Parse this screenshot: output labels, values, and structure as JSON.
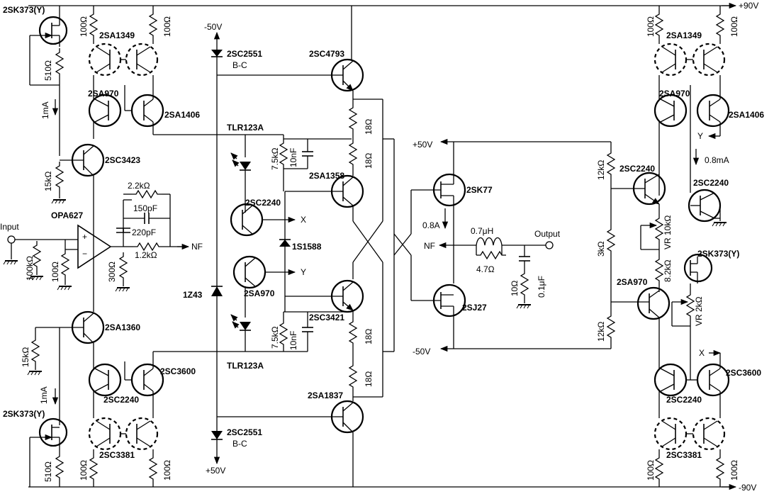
{
  "rails": {
    "pos_main": "+90V",
    "neg_main": "-90V",
    "out_pos": "+50V",
    "out_neg": "-50V",
    "mid_top": "-50V",
    "mid_bottom": "+50V"
  },
  "io": {
    "input": "Input",
    "output": "Output",
    "nf_in": "NF",
    "nf_out": "NF"
  },
  "labels": {
    "q_2sk373_tl": "2SK373(Y)",
    "q_2sa1349_l": "2SA1349",
    "q_2sa970_l": "2SA970",
    "q_2sa1406_l": "2SA1406",
    "q_2sc3423": "2SC3423",
    "opamp": "OPA627",
    "q_2sa1360": "2SA1360",
    "q_2sc3600_l": "2SC3600",
    "q_2sc2240_l": "2SC2240",
    "q_2sk373_bl": "2SK373(Y)",
    "q_2sc3381_l": "2SC3381",
    "d_2sc2551_t": "2SC2551",
    "d_2sc2551_t_bc": "B-C",
    "d_2sc2551_b": "2SC2551",
    "d_2sc2551_b_bc": "B-C",
    "led_top": "TLR123A",
    "led_bot": "TLR123A",
    "q_2sc2240_mid": "2SC2240",
    "q_2sa970_mid": "2SA970",
    "d_1s1588": "1S1588",
    "d_1z43": "1Z43",
    "q_2sc4793": "2SC4793",
    "q_2sa1358": "2SA1358",
    "q_2sc3421": "2SC3421",
    "q_2sa1837": "2SA1837",
    "q_2sk77": "2SK77",
    "q_2sj27": "2SJ27",
    "q_2sa1349_r": "2SA1349",
    "q_2sa970_r": "2SA970",
    "q_2sa1406_r": "2SA1406",
    "q_2sc2240_r1": "2SC2240",
    "q_2sc2240_r2": "2SC2240",
    "q_2sk373_r": "2SK373(Y)",
    "q_2sa970_r2": "2SA970",
    "q_2sc3600_r": "2SC3600",
    "q_2sc2240_r3": "2SC2240",
    "q_2sc3381_r": "2SC3381",
    "node_x": "X",
    "node_y": "Y",
    "node_x_r": "X",
    "node_y_r": "Y"
  },
  "values": {
    "r100_a": "100Ω",
    "r100_b": "100Ω",
    "r510_t": "510Ω",
    "i1ma_t": "1mA",
    "r15k_a": "15kΩ",
    "r2k2": "2.2kΩ",
    "c150p": "150pF",
    "c220p": "220pF",
    "r1k2": "1.2kΩ",
    "r100k": "100kΩ",
    "r100_in": "100Ω",
    "r300": "300Ω",
    "r15k_b": "15kΩ",
    "i1ma_b": "1mA",
    "r510_b": "510Ω",
    "r100_c": "100Ω",
    "r100_d": "100Ω",
    "r7k5_t": "7.5kΩ",
    "c10n_t": "10nF",
    "r7k5_b": "7.5kΩ",
    "c10n_b": "10nF",
    "r18_a": "18Ω",
    "r18_b": "18Ω",
    "r18_c": "18Ω",
    "r18_d": "18Ω",
    "i08a": "0.8A",
    "l07u": "0.7μH",
    "r4r7": "4.7Ω",
    "r10": "10Ω",
    "c01u": "0.1μF",
    "r100_e": "100Ω",
    "r100_f": "100Ω",
    "r12k_t": "12kΩ",
    "i08ma": "0.8mA",
    "vr10k": "VR 10kΩ",
    "r3k": "3kΩ",
    "r8k2": "8.2kΩ",
    "vr2k": "VR 2kΩ",
    "r12k_b": "12kΩ",
    "r100_g": "100Ω",
    "r100_h": "100Ω"
  }
}
